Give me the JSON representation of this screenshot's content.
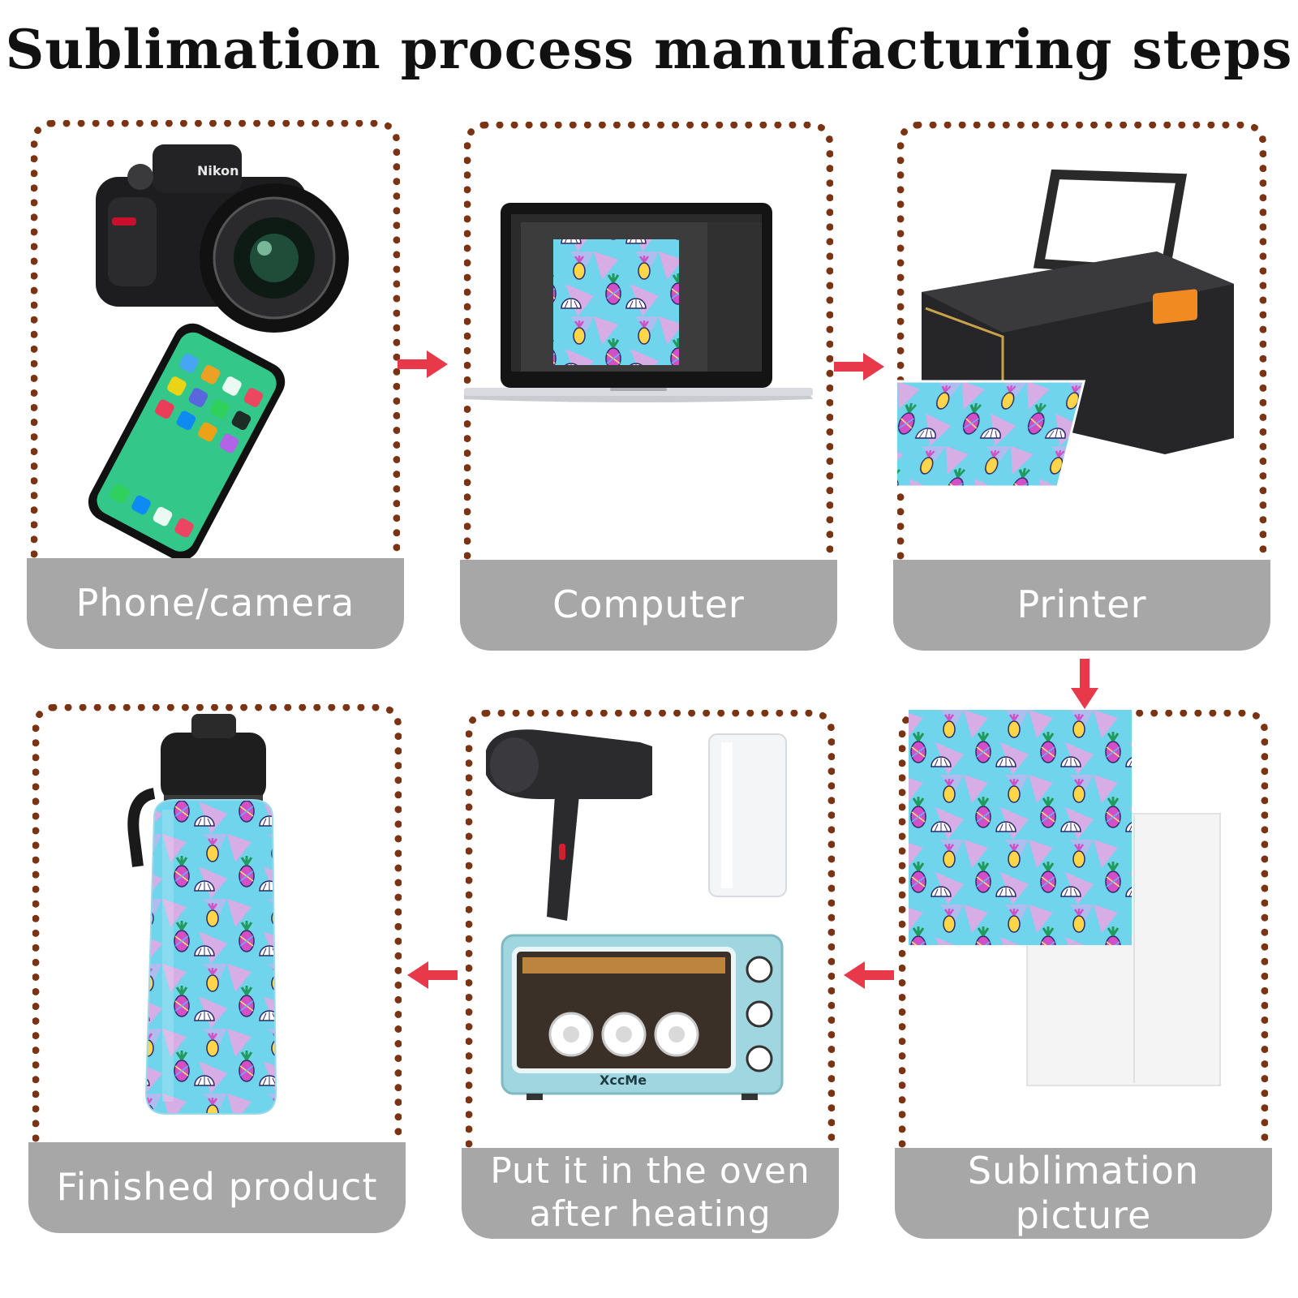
{
  "title": "Sublimation process manufacturing steps",
  "steps": [
    {
      "id": "c1",
      "label": "Phone/camera",
      "icon": "camera-phone-icon"
    },
    {
      "id": "c2",
      "label": "Computer",
      "icon": "laptop-icon"
    },
    {
      "id": "c3",
      "label": "Printer",
      "icon": "printer-icon"
    },
    {
      "id": "c6",
      "label": "Sublimation picture",
      "icon": "sublimation-paper-icon"
    },
    {
      "id": "c5",
      "label": "Put it in the oven after heating",
      "icon": "oven-icon"
    },
    {
      "id": "c4",
      "label": "Finished product",
      "icon": "water-bottle-icon"
    }
  ],
  "product_labels": {
    "camera_brand": "Nikon",
    "oven_brand": "XccMe"
  },
  "colors": {
    "frame": "#7a3413",
    "label_bg": "#a7a7a7",
    "arrow": "#e8394a",
    "pattern_bg": "#6fd4ec",
    "pattern_pink": "#e9a6e4"
  }
}
